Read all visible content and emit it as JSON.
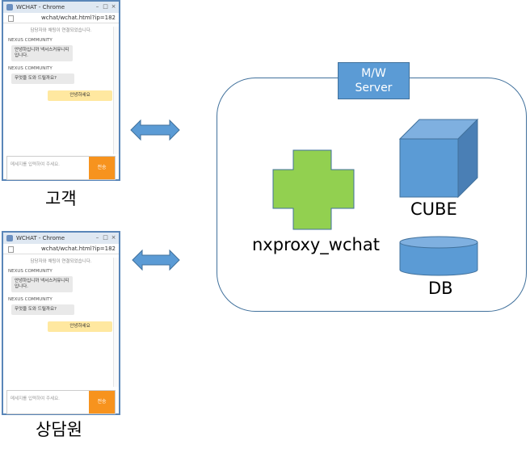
{
  "clients": [
    {
      "window_title": "WCHAT - Chrome",
      "address": "wchat/wchat.html?ip=182",
      "notice": "담당자와 채팅이 연결되었습니다.",
      "messages": [
        {
          "sender": "NEXUS COMMUNITY",
          "text": "안녕하십니까 넥서스커뮤니티 입니다."
        },
        {
          "sender": "NEXUS COMMUNITY",
          "text": "무엇을 도와 드릴까요?"
        }
      ],
      "reply": "안녕하세요",
      "input_placeholder": "메세지를 입력하여 주세요.",
      "send_label": "전송",
      "caption": "고객"
    },
    {
      "window_title": "WCHAT - Chrome",
      "address": "wchat/wchat.html?ip=182",
      "notice": "담당자와 채팅이 연결되었습니다.",
      "messages": [
        {
          "sender": "NEXUS COMMUNITY",
          "text": "안녕하십니까 넥서스커뮤니티 입니다."
        },
        {
          "sender": "NEXUS COMMUNITY",
          "text": "무엇을 도와 드릴까요?"
        }
      ],
      "reply": "안녕하세요",
      "input_placeholder": "메세지를 입력하여 주세요.",
      "send_label": "전송",
      "caption": "상담원"
    }
  ],
  "server": {
    "label_line1": "M/W",
    "label_line2": "Server",
    "proxy_label": "nxproxy_wchat",
    "cube_label": "CUBE",
    "db_label": "DB"
  },
  "colors": {
    "proxy_fill": "#92d050",
    "cube_fill": "#5b9bd5",
    "db_fill": "#5b9bd5",
    "arrow_fill": "#5b9bd5",
    "send_button": "#f7931e"
  }
}
